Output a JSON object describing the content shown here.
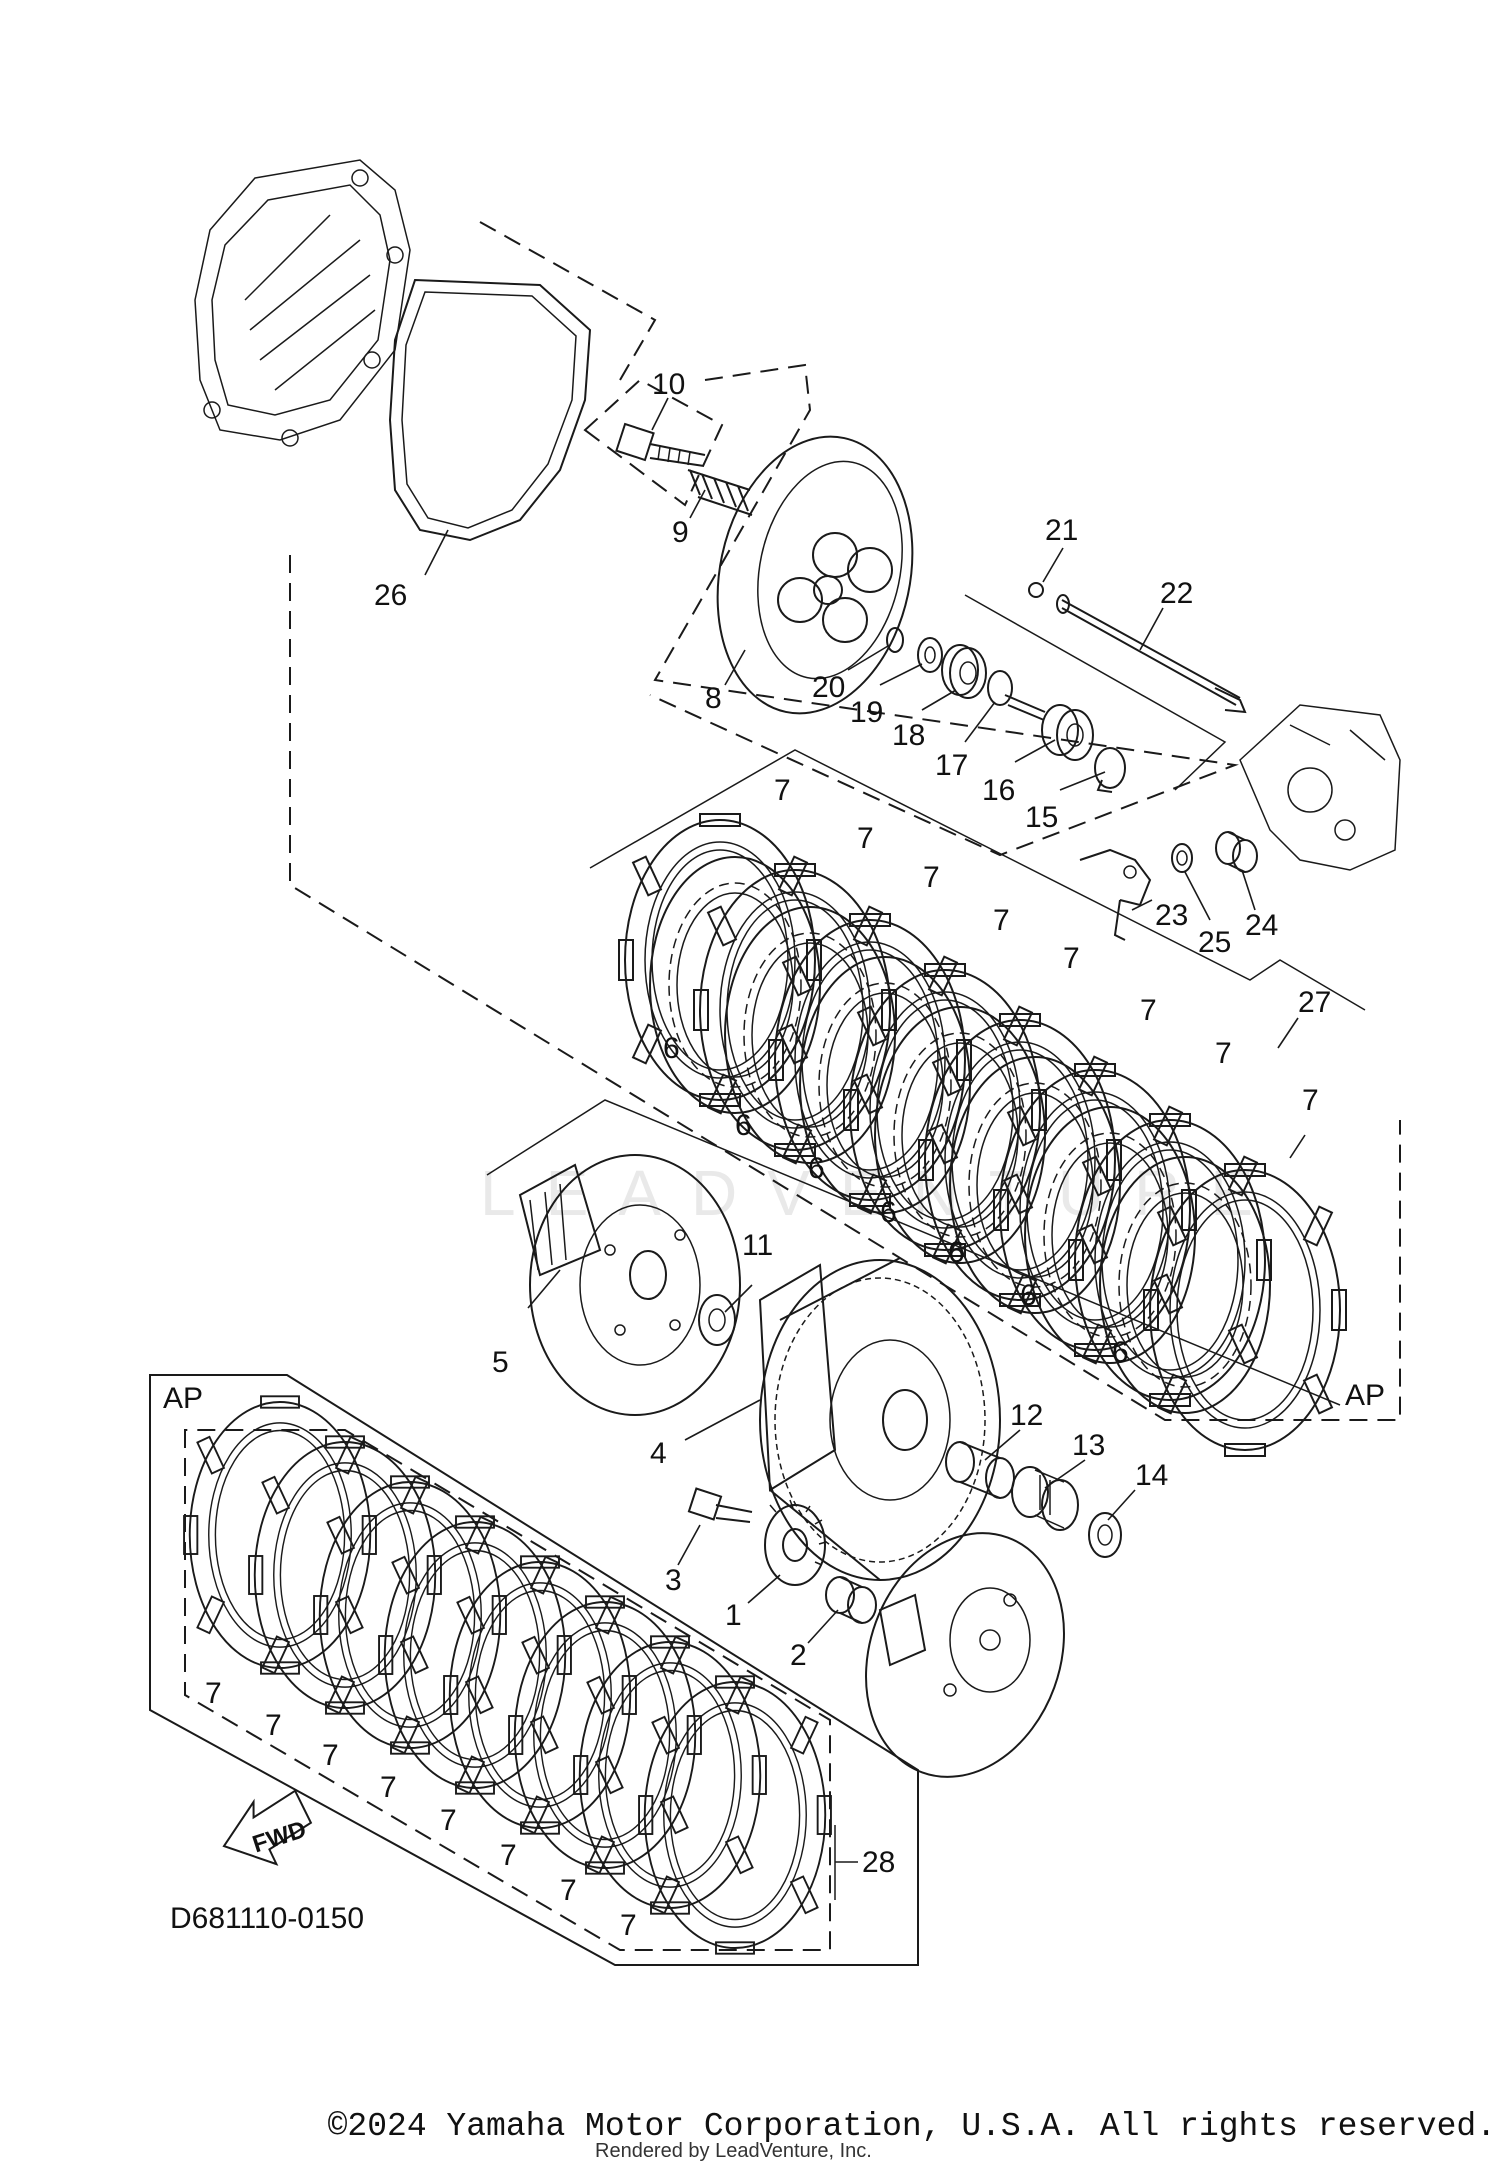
{
  "diagram": {
    "part_code": "D681110-0150",
    "fwd_label": "FWD",
    "ap_label": "AP",
    "watermark": "LEADVENTURE",
    "callouts": [
      {
        "id": "c1",
        "text": "1"
      },
      {
        "id": "c2",
        "text": "2"
      },
      {
        "id": "c3",
        "text": "3"
      },
      {
        "id": "c4",
        "text": "4"
      },
      {
        "id": "c5",
        "text": "5"
      },
      {
        "id": "c8",
        "text": "8"
      },
      {
        "id": "c9",
        "text": "9"
      },
      {
        "id": "c10",
        "text": "10"
      },
      {
        "id": "c11",
        "text": "11"
      },
      {
        "id": "c12",
        "text": "12"
      },
      {
        "id": "c13",
        "text": "13"
      },
      {
        "id": "c14",
        "text": "14"
      },
      {
        "id": "c15",
        "text": "15"
      },
      {
        "id": "c16",
        "text": "16"
      },
      {
        "id": "c17",
        "text": "17"
      },
      {
        "id": "c18",
        "text": "18"
      },
      {
        "id": "c19",
        "text": "19"
      },
      {
        "id": "c20",
        "text": "20"
      },
      {
        "id": "c21",
        "text": "21"
      },
      {
        "id": "c22",
        "text": "22"
      },
      {
        "id": "c23",
        "text": "23"
      },
      {
        "id": "c24",
        "text": "24"
      },
      {
        "id": "c25",
        "text": "25"
      },
      {
        "id": "c26",
        "text": "26"
      },
      {
        "id": "c27",
        "text": "27"
      },
      {
        "id": "c28",
        "text": "28"
      },
      {
        "id": "c6a",
        "text": "6"
      },
      {
        "id": "c6b",
        "text": "6"
      },
      {
        "id": "c6c",
        "text": "6"
      },
      {
        "id": "c6d",
        "text": "6"
      },
      {
        "id": "c6e",
        "text": "6"
      },
      {
        "id": "c6f",
        "text": "6"
      },
      {
        "id": "c6g",
        "text": "6"
      },
      {
        "id": "c7a",
        "text": "7"
      },
      {
        "id": "c7b",
        "text": "7"
      },
      {
        "id": "c7c",
        "text": "7"
      },
      {
        "id": "c7d",
        "text": "7"
      },
      {
        "id": "c7e",
        "text": "7"
      },
      {
        "id": "c7f",
        "text": "7"
      },
      {
        "id": "c7g",
        "text": "7"
      },
      {
        "id": "c7h",
        "text": "7"
      },
      {
        "id": "c7i",
        "text": "7"
      },
      {
        "id": "c7j",
        "text": "7"
      },
      {
        "id": "c7k",
        "text": "7"
      },
      {
        "id": "c7l",
        "text": "7"
      },
      {
        "id": "c7m",
        "text": "7"
      },
      {
        "id": "c7n",
        "text": "7"
      },
      {
        "id": "c7o",
        "text": "7"
      },
      {
        "id": "c7p",
        "text": "7"
      }
    ]
  },
  "footer": {
    "copyright": "©2024 Yamaha Motor Corporation, U.S.A. All rights reserved.",
    "rendered_by": "Rendered by LeadVenture, Inc."
  },
  "colors": {
    "line": "#1a1a1a",
    "background": "#ffffff",
    "watermark": "#e9e9e9"
  }
}
